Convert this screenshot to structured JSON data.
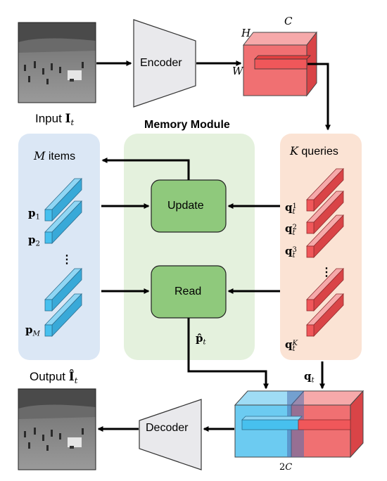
{
  "input_label": {
    "text": "Input",
    "symbol": "I",
    "sub": "t"
  },
  "output_label": {
    "text": "Output",
    "symbol": "Î",
    "sub": "t"
  },
  "encoder_label": "Encoder",
  "decoder_label": "Decoder",
  "feature_dims": {
    "h": "H",
    "c": "C",
    "w": "W"
  },
  "memory_module_title": "Memory Module",
  "memory_items": {
    "title_var": "M",
    "title_text": "items",
    "items": [
      {
        "symbol": "p",
        "sub": "1"
      },
      {
        "symbol": "p",
        "sub": "2"
      },
      {
        "symbol": "p",
        "sub": "M"
      }
    ],
    "ellipsis": "⋮"
  },
  "queries": {
    "title_var": "K",
    "title_text": "queries",
    "items": [
      {
        "symbol": "q",
        "sub": "t",
        "sup": "1"
      },
      {
        "symbol": "q",
        "sub": "t",
        "sup": "2"
      },
      {
        "symbol": "q",
        "sub": "t",
        "sup": "3"
      },
      {
        "symbol": "q",
        "sub": "t",
        "sup": "K"
      }
    ],
    "ellipsis": "⋮"
  },
  "update_label": "Update",
  "read_label": "Read",
  "read_output": {
    "symbol": "p̂",
    "sub": "t"
  },
  "query_output": {
    "symbol": "q",
    "sub": "t"
  },
  "concat_label": {
    "num": "2",
    "var": "C"
  },
  "colors": {
    "items_panel": "#dbe7f5",
    "memory_panel": "#e4f1dd",
    "queries_panel": "#fbe3d4",
    "module_box": "#8fc97c",
    "red_block": "#f0575a",
    "blue_block": "#47c0ee",
    "encoder": "#e9e9ec"
  }
}
